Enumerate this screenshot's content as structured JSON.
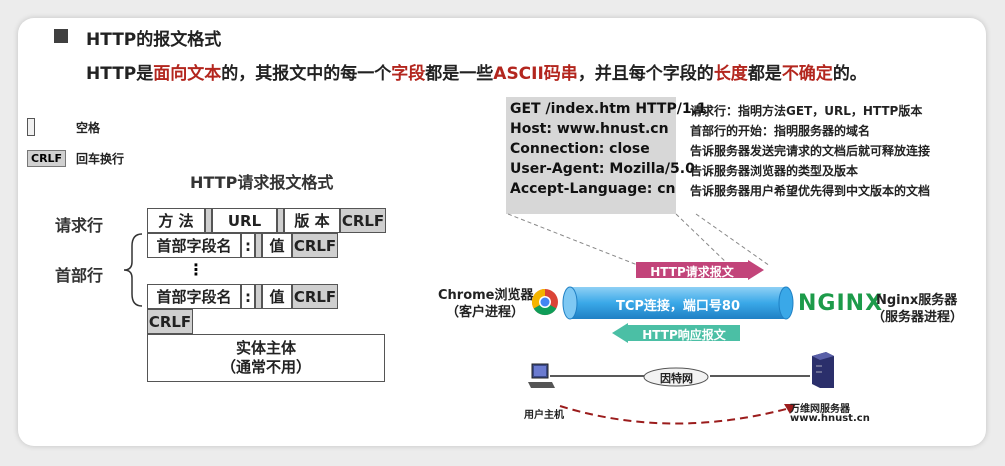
{
  "heading": {
    "title": "HTTP的报文格式"
  },
  "subtitle": {
    "p1": "HTTP是",
    "r1": "面向文本",
    "p2": "的，其报文中的每一个",
    "r2": "字段",
    "p3": "都是一些",
    "r3": "ASCII码串",
    "p4": "，并且每个字段的",
    "r4": "长度",
    "p5": "都是",
    "r5": "不确定",
    "p6": "的。"
  },
  "legend": {
    "space_label": "空格",
    "crlf_box": "CRLF",
    "crlf_label": "回车换行"
  },
  "request_format": {
    "title": "HTTP请求报文格式",
    "request_line_label": "请求行",
    "header_label": "首部行",
    "method": "方 法",
    "url": "URL",
    "version": "版 本",
    "crlf": "CRLF",
    "field_name": "首部字段名",
    "colon": ":",
    "value": "值",
    "ellipsis": "⋮",
    "body_line1": "实体主体",
    "body_line2": "（通常不用）"
  },
  "example": {
    "lines": [
      "GET /index.htm HTTP/1.1",
      "Host: www.hnust.cn",
      "Connection: close",
      "User-Agent:  Mozilla/5.0",
      "Accept-Language: cn"
    ],
    "notes": [
      "请求行：指明方法GET，URL，HTTP版本",
      "首部行的开始：指明服务器的域名",
      "告诉服务器发送完请求的文档后就可释放连接",
      "告诉服务器浏览器的类型及版本",
      "告诉服务器用户希望优先得到中文版本的文档"
    ]
  },
  "diagram": {
    "client_name": "Chrome浏览器",
    "client_sub": "（客户进程）",
    "server_name": "Nginx服务器",
    "server_sub": "（服务器进程）",
    "nginx_logo": "NGINX",
    "request_arrow": "HTTP请求报文",
    "tcp": "TCP连接，端口号80",
    "response_arrow": "HTTP响应报文",
    "internet": "因特网",
    "host_label": "用户主机",
    "server_label": "万维网服务器",
    "server_domain": "www.hnust.cn"
  },
  "colors": {
    "accent_red": "#b3261e",
    "request_pink": "#c2447a",
    "tcp_blue": "#3aa8e8",
    "response_teal": "#4bbfa5",
    "nginx_green": "#1d9b4a"
  }
}
